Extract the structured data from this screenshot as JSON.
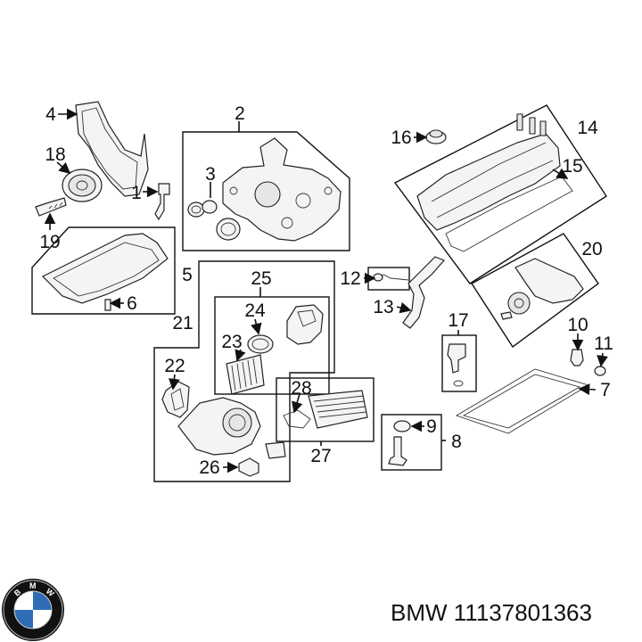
{
  "diagram": {
    "callouts": [
      {
        "id": "c1",
        "label": "1"
      },
      {
        "id": "c2",
        "label": "2"
      },
      {
        "id": "c3",
        "label": "3"
      },
      {
        "id": "c4",
        "label": "4"
      },
      {
        "id": "c5",
        "label": "5"
      },
      {
        "id": "c6",
        "label": "6"
      },
      {
        "id": "c7",
        "label": "7"
      },
      {
        "id": "c8",
        "label": "8"
      },
      {
        "id": "c9",
        "label": "9"
      },
      {
        "id": "c10",
        "label": "10"
      },
      {
        "id": "c11",
        "label": "11"
      },
      {
        "id": "c12",
        "label": "12"
      },
      {
        "id": "c13",
        "label": "13"
      },
      {
        "id": "c14",
        "label": "14"
      },
      {
        "id": "c15",
        "label": "15"
      },
      {
        "id": "c16",
        "label": "16"
      },
      {
        "id": "c17",
        "label": "17"
      },
      {
        "id": "c18",
        "label": "18"
      },
      {
        "id": "c19",
        "label": "19"
      },
      {
        "id": "c20",
        "label": "20"
      },
      {
        "id": "c21",
        "label": "21"
      },
      {
        "id": "c22",
        "label": "22"
      },
      {
        "id": "c23",
        "label": "23"
      },
      {
        "id": "c24",
        "label": "24"
      },
      {
        "id": "c25",
        "label": "25"
      },
      {
        "id": "c26",
        "label": "26"
      },
      {
        "id": "c27",
        "label": "27"
      },
      {
        "id": "c28",
        "label": "28"
      }
    ]
  },
  "caption": "BMW 11137801363",
  "logo": {
    "text": "BMW",
    "colors": {
      "ring": "#111111",
      "blue": "#2e6db5",
      "white": "#ffffff"
    }
  }
}
